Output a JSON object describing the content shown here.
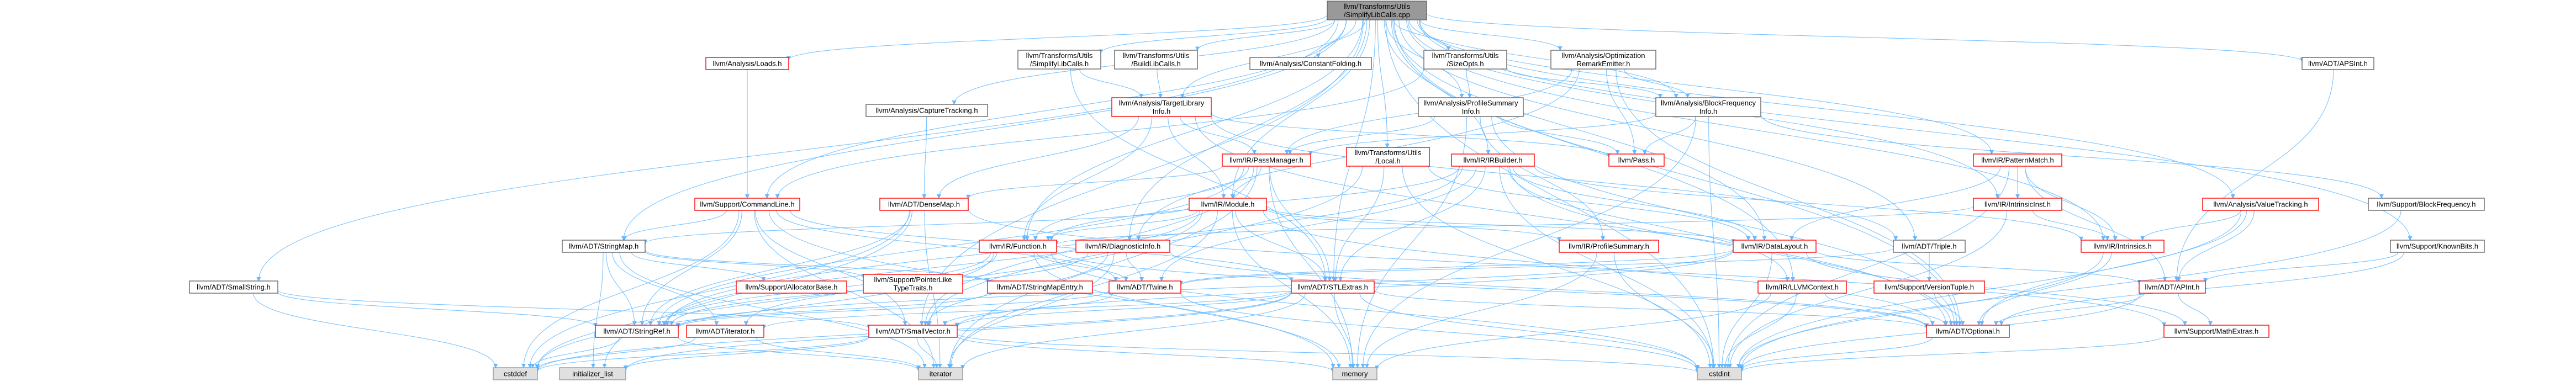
{
  "colors": {
    "edge": "#63b8ff",
    "root_fill": "#999999",
    "border": "#666666",
    "red_border": "#ff0000",
    "system_fill": "#e0e0e0"
  },
  "nodes": [
    {
      "id": "root",
      "lines": [
        "llvm/Transforms/Utils",
        "/SimplifyLibCalls.cpp"
      ],
      "style": "root"
    },
    {
      "id": "loads",
      "lines": [
        "llvm/Analysis/Loads.h"
      ],
      "style": "red"
    },
    {
      "id": "slc_h",
      "lines": [
        "llvm/Transforms/Utils",
        "/SimplifyLibCalls.h"
      ],
      "style": "plain"
    },
    {
      "id": "blc_h",
      "lines": [
        "llvm/Transforms/Utils",
        "/BuildLibCalls.h"
      ],
      "style": "plain"
    },
    {
      "id": "constfold",
      "lines": [
        "llvm/Analysis/ConstantFolding.h"
      ],
      "style": "plain"
    },
    {
      "id": "sizeopts",
      "lines": [
        "llvm/Transforms/Utils",
        "/SizeOpts.h"
      ],
      "style": "plain"
    },
    {
      "id": "ore",
      "lines": [
        "llvm/Analysis/Optimization",
        "RemarkEmitter.h"
      ],
      "style": "plain"
    },
    {
      "id": "apsint",
      "lines": [
        "llvm/ADT/APSInt.h"
      ],
      "style": "plain"
    },
    {
      "id": "capture",
      "lines": [
        "llvm/Analysis/CaptureTracking.h"
      ],
      "style": "plain"
    },
    {
      "id": "tli",
      "lines": [
        "llvm/Analysis/TargetLibrary",
        "Info.h"
      ],
      "style": "red"
    },
    {
      "id": "psi",
      "lines": [
        "llvm/Analysis/ProfileSummary",
        "Info.h"
      ],
      "style": "plain"
    },
    {
      "id": "bfi",
      "lines": [
        "llvm/Analysis/BlockFrequency",
        "Info.h"
      ],
      "style": "plain"
    },
    {
      "id": "passmgr",
      "lines": [
        "llvm/IR/PassManager.h"
      ],
      "style": "red"
    },
    {
      "id": "local",
      "lines": [
        "llvm/Transforms/Utils",
        "/Local.h"
      ],
      "style": "red"
    },
    {
      "id": "irbuilder",
      "lines": [
        "llvm/IR/IRBuilder.h"
      ],
      "style": "red"
    },
    {
      "id": "pass",
      "lines": [
        "llvm/Pass.h"
      ],
      "style": "red"
    },
    {
      "id": "patmatch",
      "lines": [
        "llvm/IR/PatternMatch.h"
      ],
      "style": "red"
    },
    {
      "id": "cmdline",
      "lines": [
        "llvm/Support/CommandLine.h"
      ],
      "style": "red"
    },
    {
      "id": "densemap",
      "lines": [
        "llvm/ADT/DenseMap.h"
      ],
      "style": "red"
    },
    {
      "id": "module",
      "lines": [
        "llvm/IR/Module.h"
      ],
      "style": "red"
    },
    {
      "id": "intrinsicinst",
      "lines": [
        "llvm/IR/IntrinsicInst.h"
      ],
      "style": "red"
    },
    {
      "id": "valuetracking",
      "lines": [
        "llvm/Analysis/ValueTracking.h"
      ],
      "style": "red"
    },
    {
      "id": "blockfreq",
      "lines": [
        "llvm/Support/BlockFrequency.h"
      ],
      "style": "plain"
    },
    {
      "id": "stringmap",
      "lines": [
        "llvm/ADT/StringMap.h"
      ],
      "style": "plain"
    },
    {
      "id": "function",
      "lines": [
        "llvm/IR/Function.h"
      ],
      "style": "red"
    },
    {
      "id": "diaginfo",
      "lines": [
        "llvm/IR/DiagnosticInfo.h"
      ],
      "style": "red"
    },
    {
      "id": "profsummary",
      "lines": [
        "llvm/IR/ProfileSummary.h"
      ],
      "style": "red"
    },
    {
      "id": "datalayout",
      "lines": [
        "llvm/IR/DataLayout.h"
      ],
      "style": "red"
    },
    {
      "id": "triple",
      "lines": [
        "llvm/ADT/Triple.h"
      ],
      "style": "plain"
    },
    {
      "id": "intrinsics",
      "lines": [
        "llvm/IR/Intrinsics.h"
      ],
      "style": "red"
    },
    {
      "id": "knownbits",
      "lines": [
        "llvm/Support/KnownBits.h"
      ],
      "style": "plain"
    },
    {
      "id": "smallstring",
      "lines": [
        "llvm/ADT/SmallString.h"
      ],
      "style": "plain"
    },
    {
      "id": "allocbase",
      "lines": [
        "llvm/Support/AllocatorBase.h"
      ],
      "style": "red"
    },
    {
      "id": "ptrlike",
      "lines": [
        "llvm/Support/PointerLike",
        "TypeTraits.h"
      ],
      "style": "red"
    },
    {
      "id": "smentry",
      "lines": [
        "llvm/ADT/StringMapEntry.h"
      ],
      "style": "red"
    },
    {
      "id": "twine",
      "lines": [
        "llvm/ADT/Twine.h"
      ],
      "style": "red"
    },
    {
      "id": "stlextras",
      "lines": [
        "llvm/ADT/STLExtras.h"
      ],
      "style": "red"
    },
    {
      "id": "llvmctx",
      "lines": [
        "llvm/IR/LLVMContext.h"
      ],
      "style": "red"
    },
    {
      "id": "versiontuple",
      "lines": [
        "llvm/Support/VersionTuple.h"
      ],
      "style": "red"
    },
    {
      "id": "apint",
      "lines": [
        "llvm/ADT/APInt.h"
      ],
      "style": "red"
    },
    {
      "id": "stringref",
      "lines": [
        "llvm/ADT/StringRef.h"
      ],
      "style": "red"
    },
    {
      "id": "iterator_h",
      "lines": [
        "llvm/ADT/iterator.h"
      ],
      "style": "red"
    },
    {
      "id": "smallvector",
      "lines": [
        "llvm/ADT/SmallVector.h"
      ],
      "style": "red"
    },
    {
      "id": "optional",
      "lines": [
        "llvm/ADT/Optional.h"
      ],
      "style": "red"
    },
    {
      "id": "mathextras",
      "lines": [
        "llvm/Support/MathExtras.h"
      ],
      "style": "red"
    },
    {
      "id": "cstddef",
      "lines": [
        "cstddef"
      ],
      "style": "grey"
    },
    {
      "id": "initlist",
      "lines": [
        "initializer_list"
      ],
      "style": "grey"
    },
    {
      "id": "iterator",
      "lines": [
        "iterator"
      ],
      "style": "grey"
    },
    {
      "id": "memory",
      "lines": [
        "memory"
      ],
      "style": "grey"
    },
    {
      "id": "cstdint",
      "lines": [
        "cstdint"
      ],
      "style": "grey"
    }
  ],
  "edges": [
    [
      "root",
      "loads"
    ],
    [
      "root",
      "slc_h"
    ],
    [
      "root",
      "blc_h"
    ],
    [
      "root",
      "constfold"
    ],
    [
      "root",
      "sizeopts"
    ],
    [
      "root",
      "ore"
    ],
    [
      "root",
      "apsint"
    ],
    [
      "root",
      "capture"
    ],
    [
      "root",
      "tli"
    ],
    [
      "root",
      "psi"
    ],
    [
      "root",
      "bfi"
    ],
    [
      "root",
      "local"
    ],
    [
      "root",
      "irbuilder"
    ],
    [
      "root",
      "patmatch"
    ],
    [
      "root",
      "cmdline"
    ],
    [
      "root",
      "stringmap"
    ],
    [
      "root",
      "valuetracking"
    ],
    [
      "root",
      "intrinsics"
    ],
    [
      "root",
      "knownbits"
    ],
    [
      "root",
      "smallstring"
    ],
    [
      "root",
      "datalayout"
    ],
    [
      "root",
      "triple"
    ],
    [
      "root",
      "function"
    ],
    [
      "root",
      "module"
    ],
    [
      "root",
      "diaginfo"
    ],
    [
      "root",
      "stlextras"
    ],
    [
      "root",
      "intrinsicinst"
    ],
    [
      "root",
      "llvmctx"
    ],
    [
      "root",
      "optional"
    ],
    [
      "root",
      "smallvector"
    ],
    [
      "root",
      "cstdint"
    ],
    [
      "loads",
      "cmdline"
    ],
    [
      "slc_h",
      "stlextras"
    ],
    [
      "slc_h",
      "tli"
    ],
    [
      "blc_h",
      "tli"
    ],
    [
      "sizeopts",
      "cmdline"
    ],
    [
      "sizeopts",
      "bfi"
    ],
    [
      "sizeopts",
      "psi"
    ],
    [
      "ore",
      "bfi"
    ],
    [
      "ore",
      "diaginfo"
    ],
    [
      "ore",
      "pass"
    ],
    [
      "ore",
      "passmgr"
    ],
    [
      "ore",
      "optional"
    ],
    [
      "apsint",
      "apint"
    ],
    [
      "capture",
      "densemap"
    ],
    [
      "tli",
      "densemap"
    ],
    [
      "tli",
      "function"
    ],
    [
      "tli",
      "module"
    ],
    [
      "tli",
      "passmgr"
    ],
    [
      "tli",
      "pass"
    ],
    [
      "tli",
      "triple"
    ],
    [
      "tli",
      "optional"
    ],
    [
      "psi",
      "passmgr"
    ],
    [
      "psi",
      "profsummary"
    ],
    [
      "psi",
      "pass"
    ],
    [
      "psi",
      "optional"
    ],
    [
      "psi",
      "memory"
    ],
    [
      "bfi",
      "passmgr"
    ],
    [
      "bfi",
      "pass"
    ],
    [
      "bfi",
      "blockfreq"
    ],
    [
      "bfi",
      "memory"
    ],
    [
      "bfi",
      "cstdint"
    ],
    [
      "passmgr",
      "densemap"
    ],
    [
      "passmgr",
      "stlextras"
    ],
    [
      "passmgr",
      "smallvector"
    ],
    [
      "passmgr",
      "stringref"
    ],
    [
      "passmgr",
      "function"
    ],
    [
      "passmgr",
      "module"
    ],
    [
      "passmgr",
      "memory"
    ],
    [
      "passmgr",
      "iterator"
    ],
    [
      "local",
      "datalayout"
    ],
    [
      "local",
      "stlextras"
    ],
    [
      "local",
      "smallvector"
    ],
    [
      "local",
      "cstdint"
    ],
    [
      "irbuilder",
      "stlextras"
    ],
    [
      "irbuilder",
      "stringref"
    ],
    [
      "irbuilder",
      "twine"
    ],
    [
      "irbuilder",
      "datalayout"
    ],
    [
      "irbuilder",
      "function"
    ],
    [
      "irbuilder",
      "intrinsics"
    ],
    [
      "irbuilder",
      "llvmctx"
    ],
    [
      "irbuilder",
      "optional"
    ],
    [
      "irbuilder",
      "cstdint"
    ],
    [
      "patmatch",
      "apint"
    ],
    [
      "patmatch",
      "intrinsicinst"
    ],
    [
      "patmatch",
      "intrinsics"
    ],
    [
      "patmatch",
      "datalayout"
    ],
    [
      "patmatch",
      "cstdint"
    ],
    [
      "cmdline",
      "stlextras"
    ],
    [
      "cmdline",
      "smallvector"
    ],
    [
      "cmdline",
      "stringmap"
    ],
    [
      "cmdline",
      "stringref"
    ],
    [
      "cmdline",
      "twine"
    ],
    [
      "cmdline",
      "cstddef"
    ],
    [
      "cmdline",
      "iterator"
    ],
    [
      "cmdline",
      "memory"
    ],
    [
      "densemap",
      "stringref"
    ],
    [
      "densemap",
      "cstddef"
    ],
    [
      "densemap",
      "initlist"
    ],
    [
      "densemap",
      "iterator"
    ],
    [
      "densemap",
      "mathextras"
    ],
    [
      "module",
      "stlextras"
    ],
    [
      "module",
      "stringmap"
    ],
    [
      "module",
      "stringref"
    ],
    [
      "module",
      "function"
    ],
    [
      "module",
      "datalayout"
    ],
    [
      "module",
      "profsummary"
    ],
    [
      "module",
      "cstddef"
    ],
    [
      "module",
      "iterator"
    ],
    [
      "module",
      "memory"
    ],
    [
      "module",
      "optional"
    ],
    [
      "intrinsicinst",
      "function"
    ],
    [
      "intrinsicinst",
      "intrinsics"
    ],
    [
      "intrinsicinst",
      "cstdint"
    ],
    [
      "valuetracking",
      "apint"
    ],
    [
      "valuetracking",
      "intrinsics"
    ],
    [
      "valuetracking",
      "optional"
    ],
    [
      "valuetracking",
      "cstdint"
    ],
    [
      "blockfreq",
      "cstdint"
    ],
    [
      "stringmap",
      "stringref"
    ],
    [
      "stringmap",
      "allocbase"
    ],
    [
      "stringmap",
      "ptrlike"
    ],
    [
      "stringmap",
      "smentry"
    ],
    [
      "stringmap",
      "iterator_h"
    ],
    [
      "stringmap",
      "initlist"
    ],
    [
      "stringmap",
      "iterator"
    ],
    [
      "function",
      "stringref"
    ],
    [
      "function",
      "twine"
    ],
    [
      "function",
      "iterator_h"
    ],
    [
      "function",
      "cstddef"
    ],
    [
      "function",
      "cstdint"
    ],
    [
      "function",
      "memory"
    ],
    [
      "function",
      "optional"
    ],
    [
      "diaginfo",
      "stringref"
    ],
    [
      "diaginfo",
      "twine"
    ],
    [
      "diaginfo",
      "smallvector"
    ],
    [
      "diaginfo",
      "iterator"
    ],
    [
      "diaginfo",
      "optional"
    ],
    [
      "profsummary",
      "cstdint"
    ],
    [
      "profsummary",
      "memory"
    ],
    [
      "datalayout",
      "apint"
    ],
    [
      "datalayout",
      "stringref"
    ],
    [
      "datalayout",
      "smallvector"
    ],
    [
      "datalayout",
      "mathextras"
    ],
    [
      "datalayout",
      "cstdint"
    ],
    [
      "datalayout",
      "twine"
    ],
    [
      "triple",
      "twine"
    ],
    [
      "triple",
      "versiontuple"
    ],
    [
      "intrinsics",
      "optional"
    ],
    [
      "intrinsics",
      "cstdint"
    ],
    [
      "knownbits",
      "apint"
    ],
    [
      "knownbits",
      "optional"
    ],
    [
      "smallstring",
      "smallvector"
    ],
    [
      "smallstring",
      "stringref"
    ],
    [
      "smallstring",
      "cstddef"
    ],
    [
      "smentry",
      "stringref"
    ],
    [
      "twine",
      "smallvector"
    ],
    [
      "twine",
      "stringref"
    ],
    [
      "twine",
      "cstdint"
    ],
    [
      "stlextras",
      "smallvector"
    ],
    [
      "stlextras",
      "iterator_h"
    ],
    [
      "stlextras",
      "iterator"
    ],
    [
      "stlextras",
      "memory"
    ],
    [
      "stlextras",
      "optional"
    ],
    [
      "stlextras",
      "cstdint"
    ],
    [
      "stlextras",
      "initlist"
    ],
    [
      "stlextras",
      "cstddef"
    ],
    [
      "llvmctx",
      "optional"
    ],
    [
      "llvmctx",
      "cstdint"
    ],
    [
      "llvmctx",
      "memory"
    ],
    [
      "versiontuple",
      "optional"
    ],
    [
      "apint",
      "mathextras"
    ],
    [
      "apint",
      "optional"
    ],
    [
      "apint",
      "cstdint"
    ],
    [
      "stringref",
      "cstddef"
    ],
    [
      "stringref",
      "iterator"
    ],
    [
      "iterator_h",
      "cstddef"
    ],
    [
      "iterator_h",
      "iterator"
    ],
    [
      "smallvector",
      "cstddef"
    ],
    [
      "smallvector",
      "initlist"
    ],
    [
      "smallvector",
      "iterator"
    ],
    [
      "smallvector",
      "memory"
    ],
    [
      "smallvector",
      "cstdint"
    ],
    [
      "optional",
      "cstdint"
    ],
    [
      "mathextras",
      "cstdint"
    ]
  ]
}
